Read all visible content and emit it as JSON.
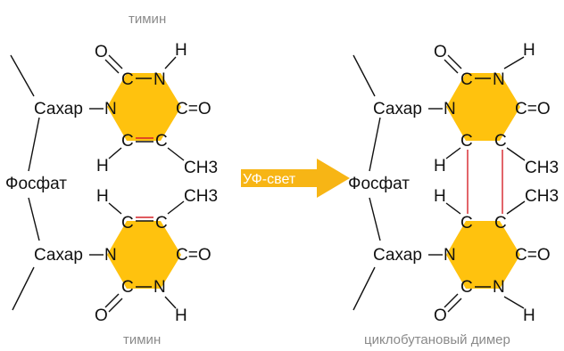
{
  "colors": {
    "ring_fill": "#ffc20e",
    "arrow_fill": "#f7b515",
    "bond": "#111111",
    "new_bond": "#d6232a",
    "caption": "#8a8a8a"
  },
  "captions": {
    "top_thymine": "тимин",
    "bottom_thymine": "тимин",
    "dimer": "циклобутановый димер"
  },
  "arrow": {
    "label": "УФ-свет"
  },
  "backbone": {
    "sugar": "Сахар",
    "phosphate": "Фосфат"
  },
  "atoms": {
    "oxygen": "O",
    "hydrogen": "H",
    "carbon": "C",
    "nitrogen": "N",
    "carbonyl": "C=O",
    "methyl": "CH3"
  }
}
